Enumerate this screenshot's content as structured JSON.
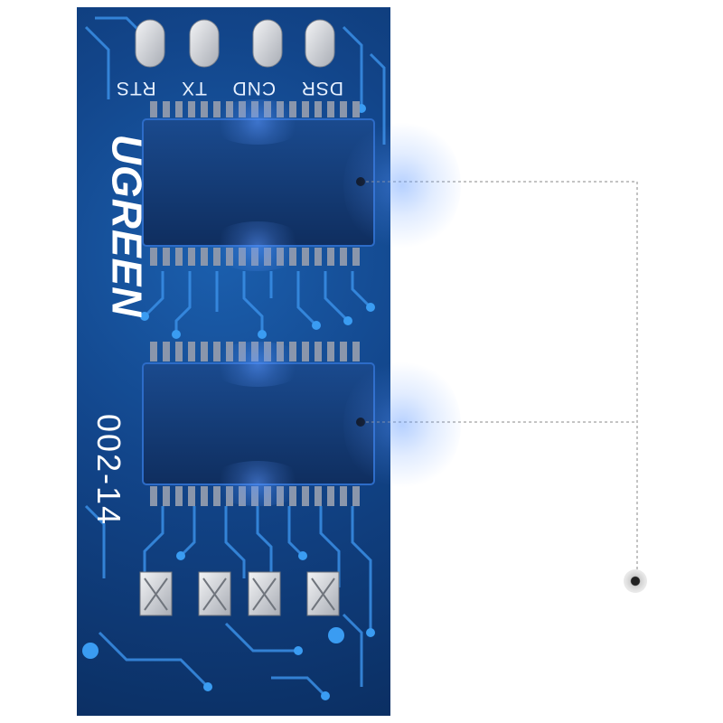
{
  "board": {
    "brand": "UGREEN",
    "model": "002-14",
    "pin_labels": [
      "DSR",
      "CND",
      "TX",
      "RTS"
    ]
  },
  "colors": {
    "board": "#12458a",
    "trace": "#3a8fe6",
    "chip": "#12356b",
    "glow": "#5a96ff",
    "pad": "#c9ccd2",
    "text": "#ffffff"
  }
}
